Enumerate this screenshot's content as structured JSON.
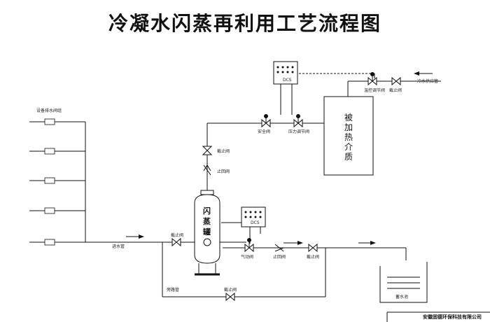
{
  "title": "冷凝水闪蒸再利用工艺流程图",
  "labels": {
    "equipment_header": "设备排水阀组",
    "inlet_pipe": "进水管",
    "inlet_valve": "截止阀",
    "flash_tank": [
      "闪",
      "蒸",
      "罐"
    ],
    "top_stop_valve": "截止阀",
    "top_check_valve": "止回阀",
    "safety_valve": "安全阀",
    "pressure_valve": "压力调节阀",
    "heated_medium": [
      "被",
      "加",
      "热",
      "介",
      "质"
    ],
    "temp_valve": "温控调节阀",
    "stop_valve_right": "截止阀",
    "cold_water": "冷水供应管",
    "dcs_top": "DCS",
    "dcs_tank": "DCS",
    "level_valve": "气动阀",
    "check_valve_bottom": "止回阀",
    "stop_valve_bottom": "截止阀",
    "bypass_pipe": "旁路管",
    "bypass_valve": "截止阀",
    "water_tank": "蓄水池",
    "company": "安徽固德环保科技有限公司"
  }
}
